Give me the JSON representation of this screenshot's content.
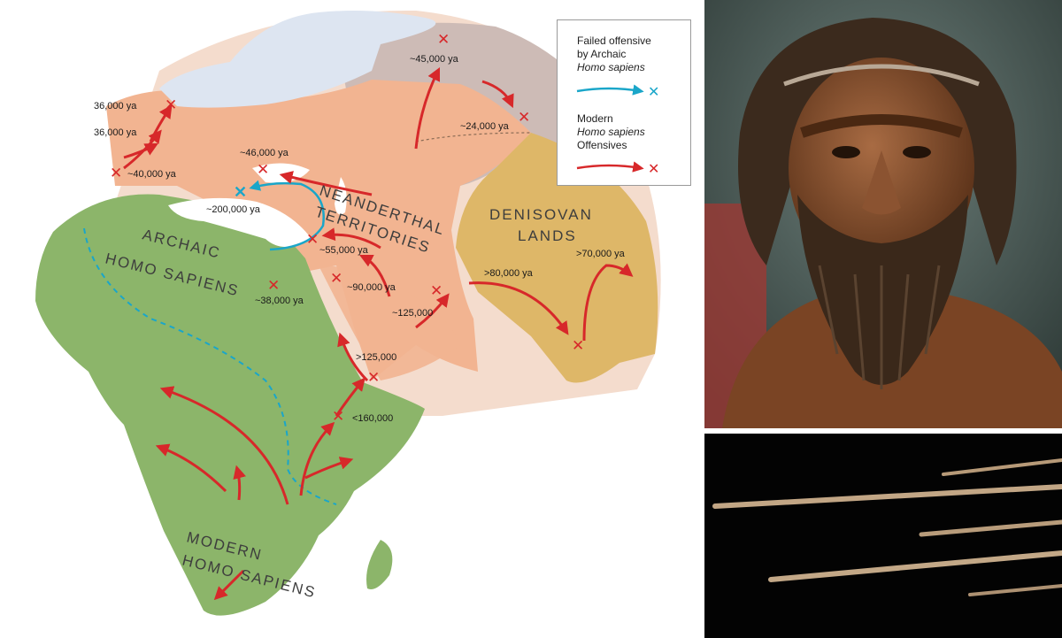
{
  "legend": {
    "failed": {
      "line1": "Failed offensive",
      "line2": "by Archaic",
      "line3": "Homo sapiens",
      "color": "#1aa6c9"
    },
    "modern": {
      "line1": "Modern",
      "line2": "Homo sapiens",
      "line3": "Offensives",
      "color": "#d7282a"
    }
  },
  "regions": {
    "neanderthal_1": "NEANDERTHAL",
    "neanderthal_2": "TERRITORIES",
    "denisovan_1": "DENISOVAN",
    "denisovan_2": "LANDS",
    "archaic_1": "ARCHAIC",
    "archaic_2": "HOMO SAPIENS",
    "modern_1": "MODERN",
    "modern_2": "HOMO SAPIENS"
  },
  "dates": {
    "d36a": "36,000 ya",
    "d36b": "36,000 ya",
    "d40": "~40,000 ya",
    "d46": "~46,000 ya",
    "d45": "~45,000 ya",
    "d24": "~24,000 ya",
    "d200": "~200,000 ya",
    "d55": "~55,000 ya",
    "d90": "~90,000 ya",
    "d38": "~38,000 ya",
    "d125a": "~125,000",
    "d125b": ">125,000",
    "d160": "<160,000",
    "d80": ">80,000 ya",
    "d70": ">70,000 ya"
  },
  "colors": {
    "africa": "#8cb56a",
    "neanderthal": "#f2b491",
    "denisovan": "#deb768",
    "north": "#cdbbb6",
    "ice": "#dde5f1",
    "arrow": "#d7282a",
    "failed": "#1aa6c9"
  }
}
